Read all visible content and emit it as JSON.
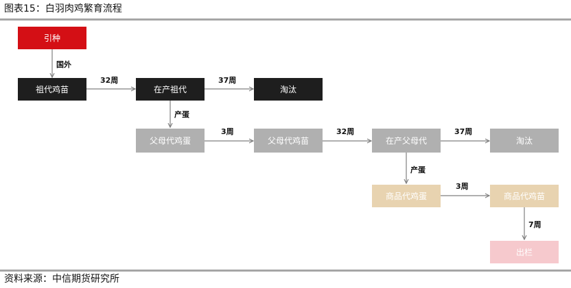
{
  "title": "图表15：白羽肉鸡繁育流程",
  "source": "资料来源：中信期货研究所",
  "colors": {
    "red": "#d40f15",
    "black": "#1e1e1e",
    "gray": "#b0b0b0",
    "beige": "#e8d3b0",
    "pink": "#f6c9cd",
    "arrow": "#7f7f7f"
  },
  "nodes": {
    "intro": "引种",
    "gp_chick": "祖代鸡苗",
    "gp_laying": "在产祖代",
    "cull_1": "淘汰",
    "ps_egg": "父母代鸡蛋",
    "ps_chick": "父母代鸡苗",
    "ps_laying": "在产父母代",
    "cull_2": "淘汰",
    "cm_egg": "商品代鸡蛋",
    "cm_chick": "商品代鸡苗",
    "market": "出栏"
  },
  "edges": {
    "abroad": "国外",
    "w32_a": "32周",
    "w37_a": "37周",
    "lay_a": "产蛋",
    "w3_a": "3周",
    "w32_b": "32周",
    "w37_b": "37周",
    "lay_b": "产蛋",
    "w3_b": "3周",
    "w7": "7周"
  }
}
